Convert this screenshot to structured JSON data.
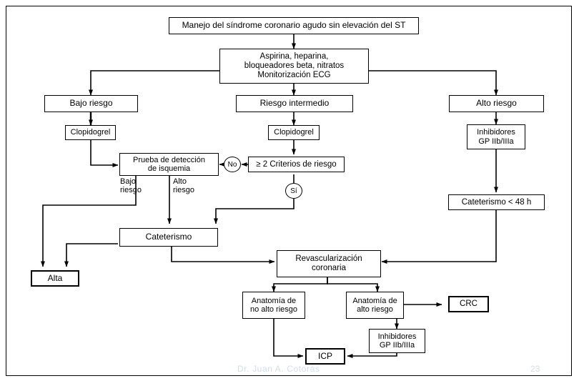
{
  "diagram": {
    "title_box": "Manejo del síndrome coronario agudo sin elevación del ST",
    "nodes": {
      "title": "Manejo del síndrome coronario agudo sin elevación del ST",
      "therapy": "Aspirina, heparina,\nbloqueadores beta, nitratos\nMonitorización ECG",
      "low_risk": "Bajo riesgo",
      "intermediate_risk": "Riesgo intermedio",
      "high_risk": "Alto riesgo",
      "clopidogrel_low": "Clopidogrel",
      "clopidogrel_intermediate": "Clopidogrel",
      "gp_inhibitors_high": "Inhibidores\nGP IIb/IIIa",
      "ischemia_test": "Prueba de detección\nde isquemia",
      "criteria": "≥ 2 Criterios de riesgo",
      "catheterization": "Cateterismo",
      "catheterization_48h": "Cateterismo < 48 h",
      "revascularization": "Revascularización\ncoronaria",
      "anatomy_not_high": "Anatomía de\nno alto riesgo",
      "anatomy_high": "Anatomía de\nalto riesgo",
      "crc": "CRC",
      "gp_inhibitors_anatomy": "Inhibidores\nGP IIb/IIIa",
      "icp": "ICP",
      "discharge": "Alta"
    },
    "decision_labels": {
      "no": "No",
      "yes": "Sí"
    },
    "edge_labels": {
      "low_risk_branch": "Bajo\nriesgo",
      "high_risk_branch": "Alto\nriesgo"
    },
    "footer": {
      "author": "Dr. Juan A. Cotorás",
      "page": "23"
    },
    "colors": {
      "ink": "#000000",
      "background": "#ffffff",
      "footer_text": "#cfe0ea"
    }
  }
}
